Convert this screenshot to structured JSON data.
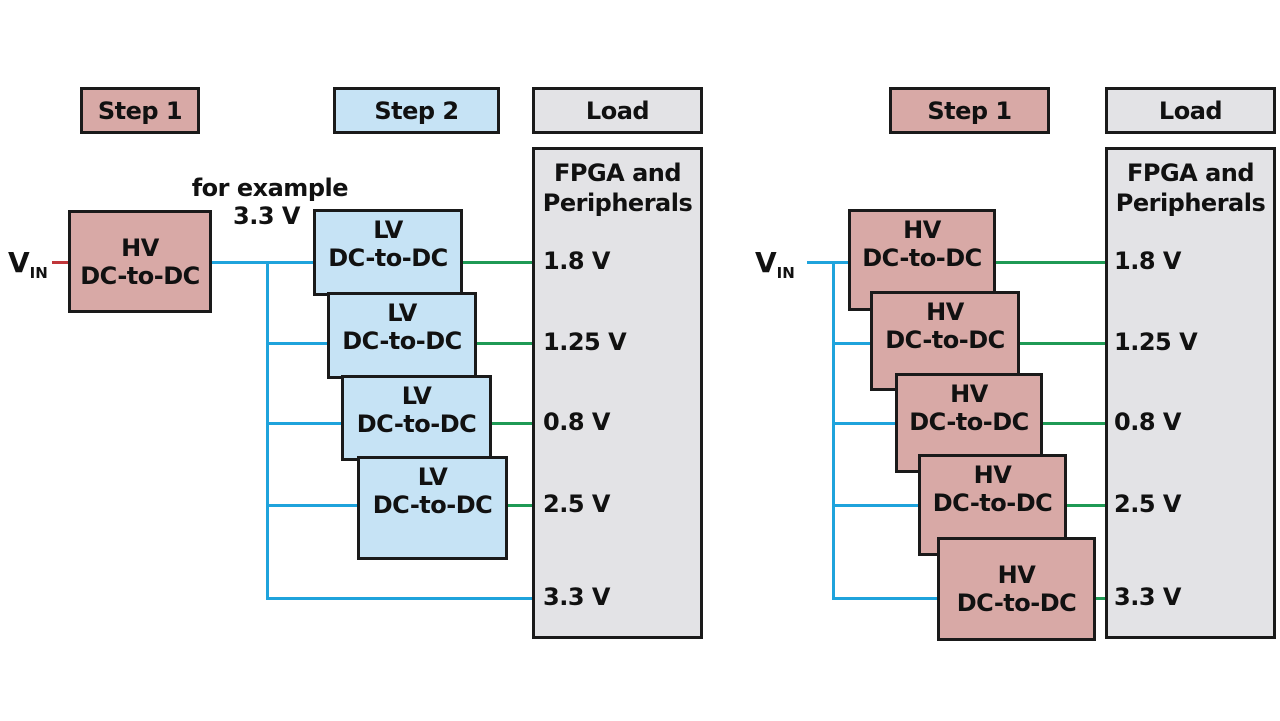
{
  "colors": {
    "step1_fill": "#d8a9a6",
    "step2_fill": "#c6e3f5",
    "load_fill": "#e3e3e6",
    "input_line": "#1fa3dc",
    "output_line": "#1f9a55",
    "vin_line": "#c0363a"
  },
  "left": {
    "step1_label": "Step 1",
    "step2_label": "Step 2",
    "load_label": "Load",
    "vin": {
      "main": "V",
      "sub": "IN"
    },
    "hv_box": {
      "line1": "HV",
      "line2": "DC-to-DC"
    },
    "note_line1": "for example",
    "note_line2": "3.3 V",
    "lv_boxes": [
      {
        "line1": "LV",
        "line2": "DC-to-DC"
      },
      {
        "line1": "LV",
        "line2": "DC-to-DC"
      },
      {
        "line1": "LV",
        "line2": "DC-to-DC"
      },
      {
        "line1": "LV",
        "line2": "DC-to-DC"
      }
    ],
    "load_title_line1": "FPGA and",
    "load_title_line2": "Peripherals",
    "rails": [
      "1.8 V",
      "1.25 V",
      "0.8 V",
      "2.5 V",
      "3.3 V"
    ]
  },
  "right": {
    "step1_label": "Step 1",
    "load_label": "Load",
    "vin": {
      "main": "V",
      "sub": "IN"
    },
    "hv_boxes": [
      {
        "line1": "HV",
        "line2": "DC-to-DC"
      },
      {
        "line1": "HV",
        "line2": "DC-to-DC"
      },
      {
        "line1": "HV",
        "line2": "DC-to-DC"
      },
      {
        "line1": "HV",
        "line2": "DC-to-DC"
      },
      {
        "line1": "HV",
        "line2": "DC-to-DC"
      }
    ],
    "load_title_line1": "FPGA and",
    "load_title_line2": "Peripherals",
    "rails": [
      "1.8 V",
      "1.25 V",
      "0.8 V",
      "2.5 V",
      "3.3 V"
    ]
  }
}
